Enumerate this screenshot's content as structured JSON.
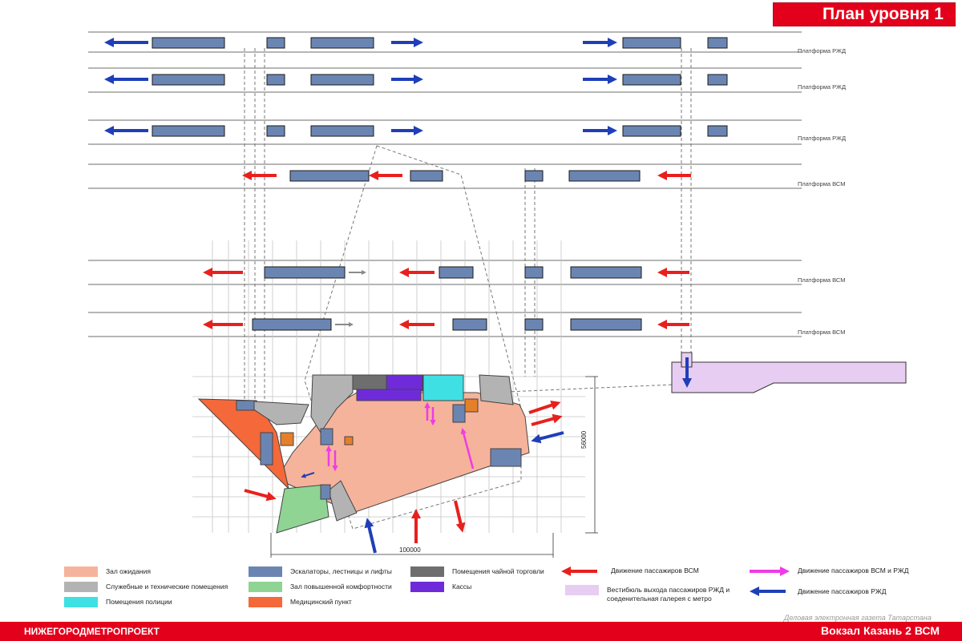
{
  "header": {
    "title": "План уровня 1"
  },
  "platforms": [
    {
      "label": "Платформа РЖД"
    },
    {
      "label": "Платформа РЖД"
    },
    {
      "label": "Платформа РЖД"
    },
    {
      "label": "Платформа ВСМ"
    },
    {
      "label": "Платформа ВСМ"
    },
    {
      "label": "Платформа ВСМ"
    }
  ],
  "dimensions": {
    "width": "100000",
    "depth": "56000"
  },
  "legend": {
    "areas": [
      {
        "label": "Зал ожидания",
        "color": "#f6b39b"
      },
      {
        "label": "Служебные и технические помещения",
        "color": "#b3b3b3"
      },
      {
        "label": "Помещения полиции",
        "color": "#3fe0e4"
      },
      {
        "label": "Эскалаторы, лестницы и лифты",
        "color": "#6b85b3"
      },
      {
        "label": "Зал повышенной комфортности",
        "color": "#8fd493"
      },
      {
        "label": "Медицинский пункт",
        "color": "#f4683a"
      },
      {
        "label": "Помещения чайной торговли",
        "color": "#6e6e6e"
      },
      {
        "label": "Кассы",
        "color": "#6f2bd9"
      },
      {
        "label": "Вестибюль выхода пассажиров РЖД и соеденительная галерея с метро",
        "color": "#e8cdf2"
      }
    ],
    "flows": [
      {
        "label": "Движение пассажиров ВСМ",
        "color": "#e8201d"
      },
      {
        "label": "Движение пассажиров ВСМ и РЖД",
        "color": "#ee3ce6"
      },
      {
        "label": "Движение пассажиров РЖД",
        "color": "#1e3fb8"
      }
    ]
  },
  "footer": {
    "left": "НИЖЕГОРОДМЕТРОПРОЕКТ",
    "right": "Вокзал Казань 2 ВСМ",
    "watermark": "Деловая электронная газета Татарстана"
  }
}
